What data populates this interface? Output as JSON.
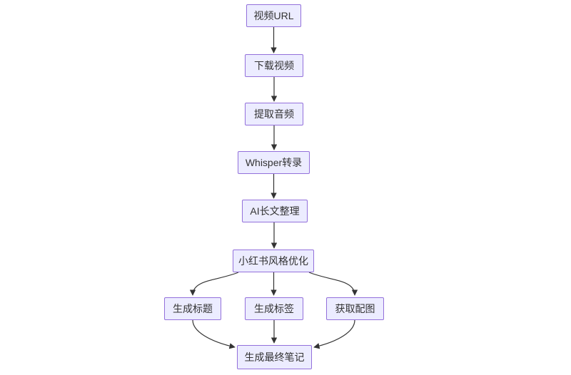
{
  "diagram": {
    "type": "flowchart",
    "direction": "top-down",
    "nodes": [
      {
        "id": "video_url",
        "label": "视频URL"
      },
      {
        "id": "download_video",
        "label": "下载视频"
      },
      {
        "id": "extract_audio",
        "label": "提取音频"
      },
      {
        "id": "whisper_transcribe",
        "label": "Whisper转录"
      },
      {
        "id": "ai_longform",
        "label": "AI长文整理"
      },
      {
        "id": "xhs_style_optimize",
        "label": "小红书风格优化"
      },
      {
        "id": "generate_title",
        "label": "生成标题"
      },
      {
        "id": "generate_tags",
        "label": "生成标签"
      },
      {
        "id": "get_images",
        "label": "获取配图"
      },
      {
        "id": "final_note",
        "label": "生成最终笔记"
      }
    ],
    "edges": [
      {
        "from": "video_url",
        "to": "download_video"
      },
      {
        "from": "download_video",
        "to": "extract_audio"
      },
      {
        "from": "extract_audio",
        "to": "whisper_transcribe"
      },
      {
        "from": "whisper_transcribe",
        "to": "ai_longform"
      },
      {
        "from": "ai_longform",
        "to": "xhs_style_optimize"
      },
      {
        "from": "xhs_style_optimize",
        "to": "generate_title"
      },
      {
        "from": "xhs_style_optimize",
        "to": "generate_tags"
      },
      {
        "from": "xhs_style_optimize",
        "to": "get_images"
      },
      {
        "from": "generate_title",
        "to": "final_note"
      },
      {
        "from": "generate_tags",
        "to": "final_note"
      },
      {
        "from": "get_images",
        "to": "final_note"
      }
    ],
    "colors": {
      "node_fill": "#ECECFF",
      "node_border": "#9370DB",
      "edge": "#333333",
      "text": "#333333",
      "background": "#FFFFFF"
    }
  }
}
